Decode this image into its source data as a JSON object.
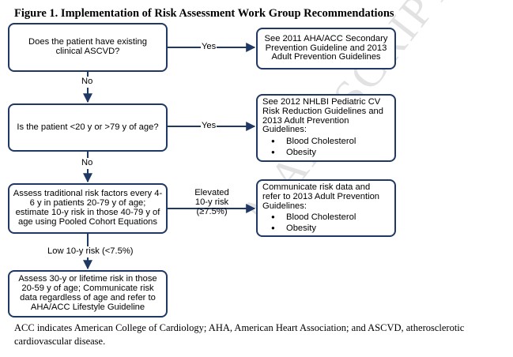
{
  "title": "Figure 1. Implementation of Risk Assessment Work Group Recommendations",
  "watermark": "MANUSCRIPT",
  "left_boxes": {
    "q1": "Does the patient have existing clinical ASCVD?",
    "q2": "Is the patient <20 y or >79 y of age?",
    "assess": "Assess traditional risk factors every 4-6 y in patients 20-79 y of age; estimate 10-y risk in those 40-79 y of age using Pooled Cohort Equations",
    "lifetime": "Assess 30-y or lifetime risk in those 20-59 y of age; Communicate risk data regardless of age and refer to AHA/ACC Lifestyle Guideline"
  },
  "right_boxes": {
    "r1": "See 2011 AHA/ACC Secondary Prevention Guideline and 2013 Adult Prevention Guidelines",
    "r2": {
      "text": "See 2012 NHLBI Pediatric CV Risk Reduction Guidelines and 2013 Adult Prevention Guidelines:",
      "items": [
        "Blood Cholesterol",
        "Obesity"
      ]
    },
    "r3": {
      "text": "Communicate risk data and refer to 2013 Adult Prevention Guidelines:",
      "items": [
        "Blood Cholesterol",
        "Obesity"
      ]
    }
  },
  "labels": {
    "yes1": "Yes",
    "yes2": "Yes",
    "no1": "No",
    "no2": "No",
    "elevated": "Elevated 10-y risk (≥7.5%)",
    "low": "Low 10-y risk (<7.5%)"
  },
  "caption": "ACC indicates American College of Cardiology; AHA, American Heart Association; and ASCVD, atherosclerotic cardiovascular disease."
}
